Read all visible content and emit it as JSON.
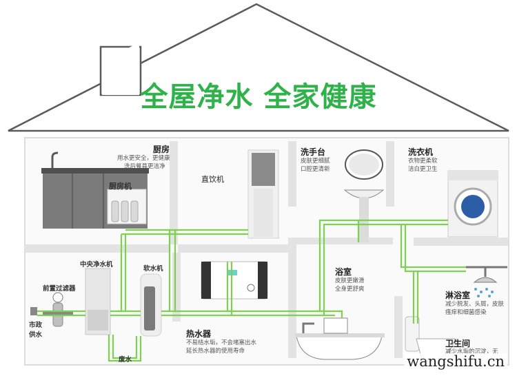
{
  "headline": "全屋净水 全家健康",
  "rooms": {
    "kitchen": {
      "title": "厨房",
      "desc1": "用水更安全，更健康",
      "desc2": "洗后餐具更洁净",
      "device": "厨房机"
    },
    "drinking": {
      "title": "直饮机"
    },
    "washbasin": {
      "title": "洗手台",
      "desc1": "皮肤更细腻",
      "desc2": "口腔更清新"
    },
    "washer": {
      "title": "洗衣机",
      "desc1": "衣物更柔软",
      "desc2": "洁白更卫生"
    },
    "central": {
      "title": "中央净水机"
    },
    "softener": {
      "title": "软水机"
    },
    "prefilter": {
      "title": "前置过滤器"
    },
    "supply": {
      "line1": "市政",
      "line2": "供水"
    },
    "heater": {
      "title": "热水器",
      "desc1": "不易结水垢，不会堵塞出水",
      "desc2": "延长热水器的使用寿命"
    },
    "bathroom": {
      "title": "浴室",
      "desc1": "皮肤更嫩滑",
      "desc2": "全身更舒爽"
    },
    "shower": {
      "title": "淋浴室",
      "desc1": "减少脱发、头屑，皮肤",
      "desc2": "瘙痒和细菌感染"
    },
    "toilet": {
      "title": "卫生间",
      "desc1": "减少水垢的沉淀，无"
    },
    "waste": {
      "title": "废水"
    }
  },
  "watermark": "wangshifu.cn",
  "colors": {
    "pipe": "#7cd14e",
    "headline": "#2fb24a",
    "wall": "#e1e1e1",
    "outline": "#5a5a5a"
  }
}
